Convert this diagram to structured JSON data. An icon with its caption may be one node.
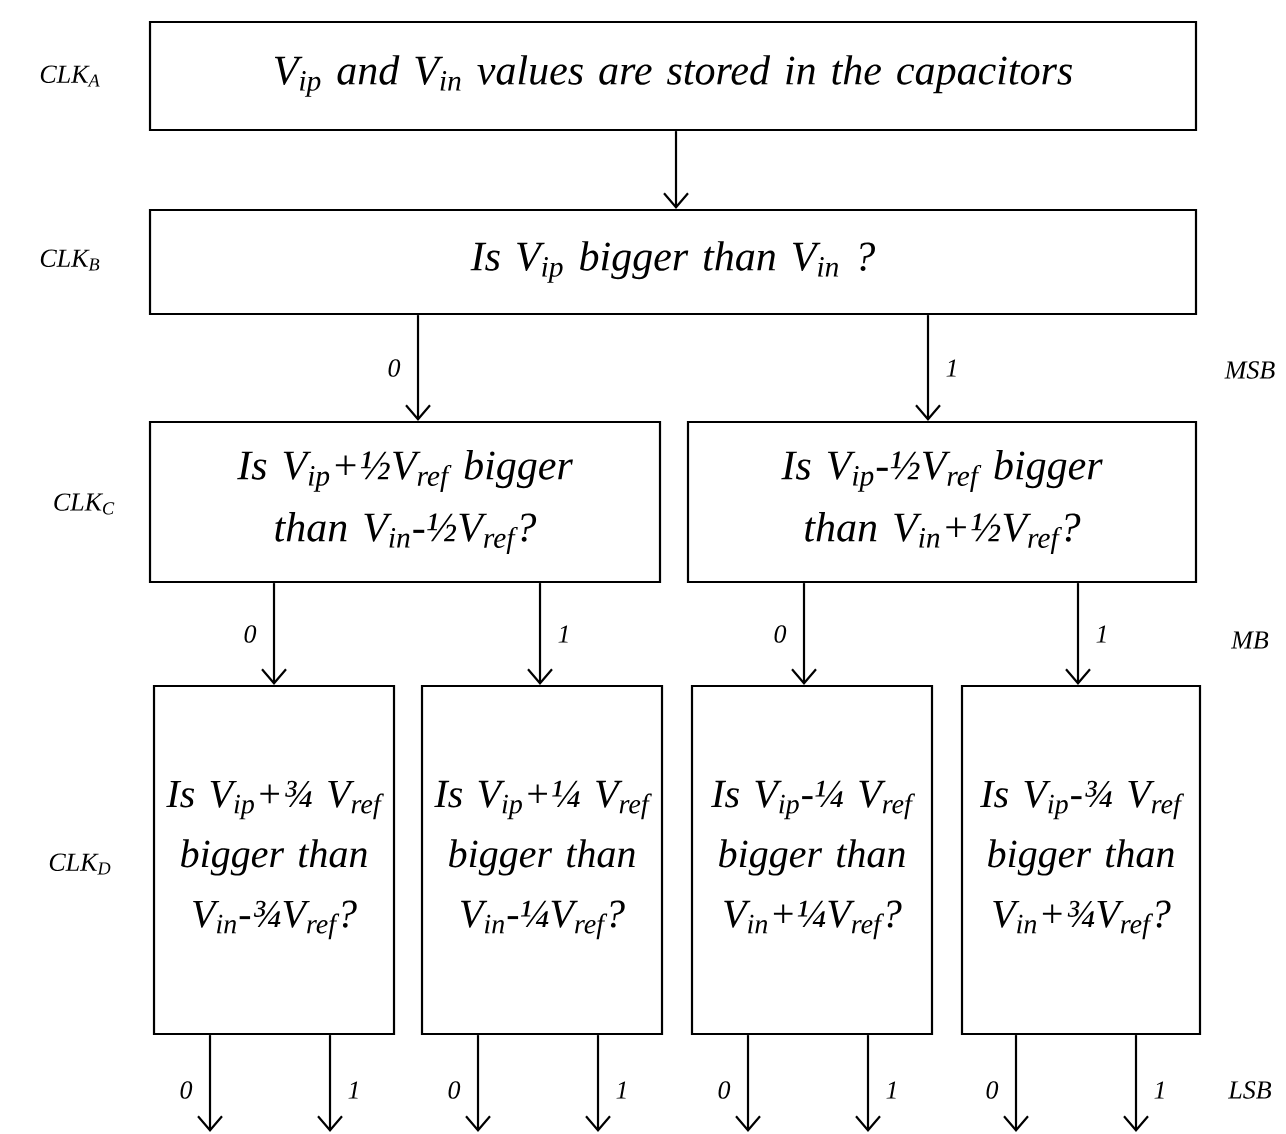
{
  "diagram": {
    "nodes": [
      {
        "text": [
          "V$_{ip}$ and V$_{in}$ values are stored in the capacitors"
        ]
      },
      {
        "text": [
          "Is V$_{ip}$ bigger than V$_{in}$ ?"
        ]
      },
      {
        "text": [
          "Is V$_{ip}$+½V$_{ref}$ bigger than V$_{in}$-½V$_{ref}$?"
        ]
      },
      {
        "text": [
          "Is V$_{ip}$-½V$_{ref}$ bigger than V$_{in}$+½V$_{ref}$?"
        ]
      },
      {
        "text": [
          "Is V$_{ip}$+¾ V$_{ref}$ bigger than V$_{in}$-¾V$_{ref}$?"
        ]
      },
      {
        "text": [
          "Is V$_{ip}$+¼ V$_{ref}$ bigger than V$_{in}$-¼V$_{ref}$?"
        ]
      },
      {
        "text": [
          "Is V$_{ip}$-¼ V$_{ref}$ bigger than V$_{in}$+¼V$_{ref}$?"
        ]
      },
      {
        "text": [
          "Is V$_{ip}$-¾ V$_{ref}$ bigger than V$_{in}$+¾V$_{ref}$?"
        ]
      }
    ],
    "edges": [
      {
        "from": 0,
        "to": 1,
        "arrow": "to"
      },
      {
        "from": 1,
        "to": 2,
        "arrow": "to",
        "label": "0"
      },
      {
        "from": 1,
        "to": 3,
        "arrow": "to",
        "label": "1"
      },
      {
        "from": 2,
        "to": 4,
        "arrow": "to",
        "label": "0"
      },
      {
        "from": 2,
        "to": 5,
        "arrow": "to",
        "label": "1"
      },
      {
        "from": 3,
        "to": 6,
        "arrow": "to",
        "label": "0"
      },
      {
        "from": 3,
        "to": 7,
        "arrow": "to",
        "label": "1"
      },
      {
        "from": 4,
        "to": null,
        "arrow": "to",
        "label": "0"
      },
      {
        "from": 4,
        "to": null,
        "arrow": "to",
        "label": "1"
      },
      {
        "from": 5,
        "to": null,
        "arrow": "to",
        "label": "0"
      },
      {
        "from": 5,
        "to": null,
        "arrow": "to",
        "label": "1"
      },
      {
        "from": 6,
        "to": null,
        "arrow": "to",
        "label": "0"
      },
      {
        "from": 6,
        "to": null,
        "arrow": "to",
        "label": "1"
      },
      {
        "from": 7,
        "to": null,
        "arrow": "to",
        "label": "0"
      },
      {
        "from": 7,
        "to": null,
        "arrow": "to",
        "label": "1"
      }
    ],
    "labels": [
      "CLK$_{A}$",
      "CLK$_{B}$",
      "MSB",
      "CLK$_{C}$",
      "MB",
      "CLK$_{D}$",
      "LSB"
    ]
  }
}
